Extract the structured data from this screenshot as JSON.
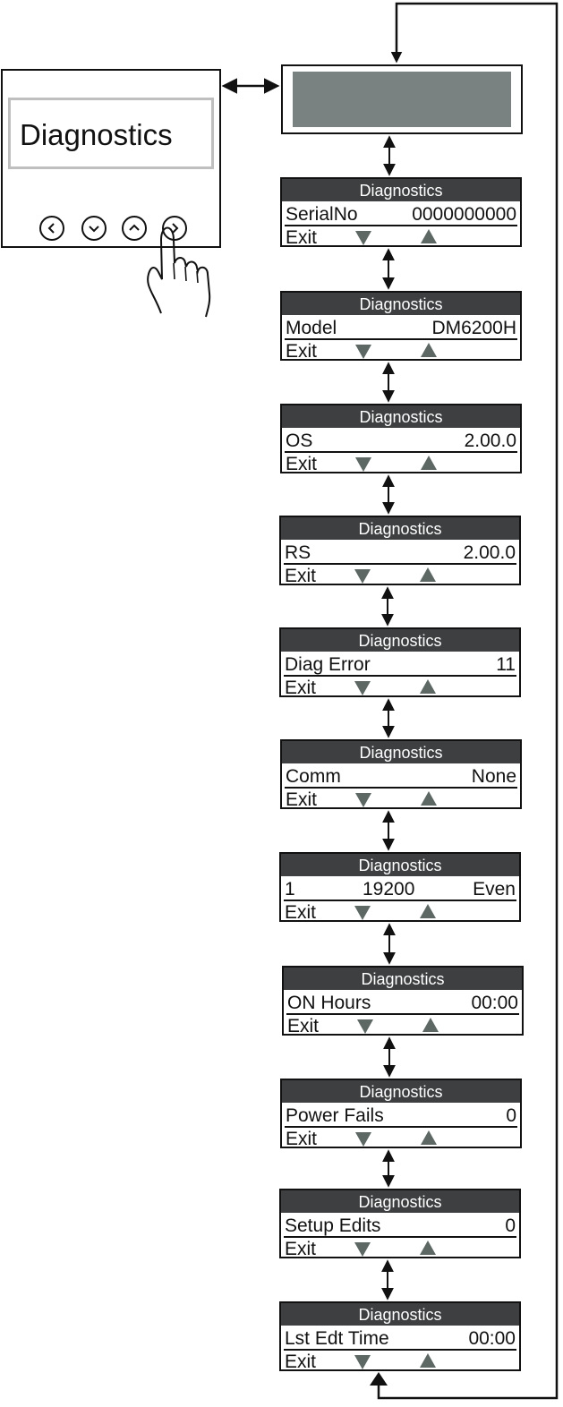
{
  "device": {
    "display_text": "Diagnostics",
    "buttons": [
      "left-chevron-icon",
      "down-chevron-icon",
      "up-chevron-icon",
      "right-chevron-icon"
    ]
  },
  "screens": [
    {
      "title": "Diagnostics",
      "label": "SerialNo",
      "value": "0000000000",
      "exit": "Exit"
    },
    {
      "title": "Diagnostics",
      "label": "Model",
      "value": "DM6200H",
      "exit": "Exit"
    },
    {
      "title": "Diagnostics",
      "label": "OS",
      "value": "2.00.0",
      "exit": "Exit"
    },
    {
      "title": "Diagnostics",
      "label": "RS",
      "value": "2.00.0",
      "exit": "Exit"
    },
    {
      "title": "Diagnostics",
      "label": "Diag Error",
      "value": "11",
      "exit": "Exit"
    },
    {
      "title": "Diagnostics",
      "label": "Comm",
      "value": "None",
      "exit": "Exit"
    },
    {
      "title": "Diagnostics",
      "label": "1",
      "middle": "19200",
      "value": "Even",
      "exit": "Exit"
    },
    {
      "title": "Diagnostics",
      "label": "ON Hours",
      "value": "00:00",
      "exit": "Exit"
    },
    {
      "title": "Diagnostics",
      "label": "Power Fails",
      "value": "0",
      "exit": "Exit"
    },
    {
      "title": "Diagnostics",
      "label": "Setup Edits",
      "value": "0",
      "exit": "Exit"
    },
    {
      "title": "Diagnostics",
      "label": "Lst Edt Time",
      "value": "00:00",
      "exit": "Exit"
    }
  ],
  "colors": {
    "title_bar": "#3d3f40",
    "top_screen_fill": "#7a8281",
    "arrow_glyph": "#5d6865"
  }
}
